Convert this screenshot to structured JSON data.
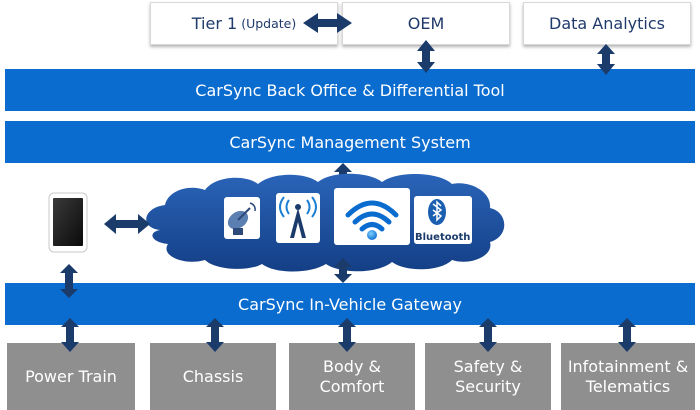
{
  "top": {
    "tier1": "Tier 1",
    "tier1_note": "(Update)",
    "oem": "OEM",
    "analytics": "Data Analytics"
  },
  "bars": {
    "back_office": "CarSync Back Office & Differential Tool",
    "management": "CarSync Management System",
    "gateway": "CarSync In-Vehicle Gateway"
  },
  "cloud": {
    "bluetooth": "Bluetooth"
  },
  "ecus": [
    {
      "label": "Power Train"
    },
    {
      "label": "Chassis"
    },
    {
      "label": "Body &\nComfort"
    },
    {
      "label": "Safety &\nSecurity"
    },
    {
      "label": "Infotainment &\nTelematics"
    }
  ],
  "colors": {
    "bar": "#0a6ccf",
    "arrow": "#1b3b6b",
    "ecu": "#8f8f8f",
    "cloud": "#1d4f9a"
  }
}
